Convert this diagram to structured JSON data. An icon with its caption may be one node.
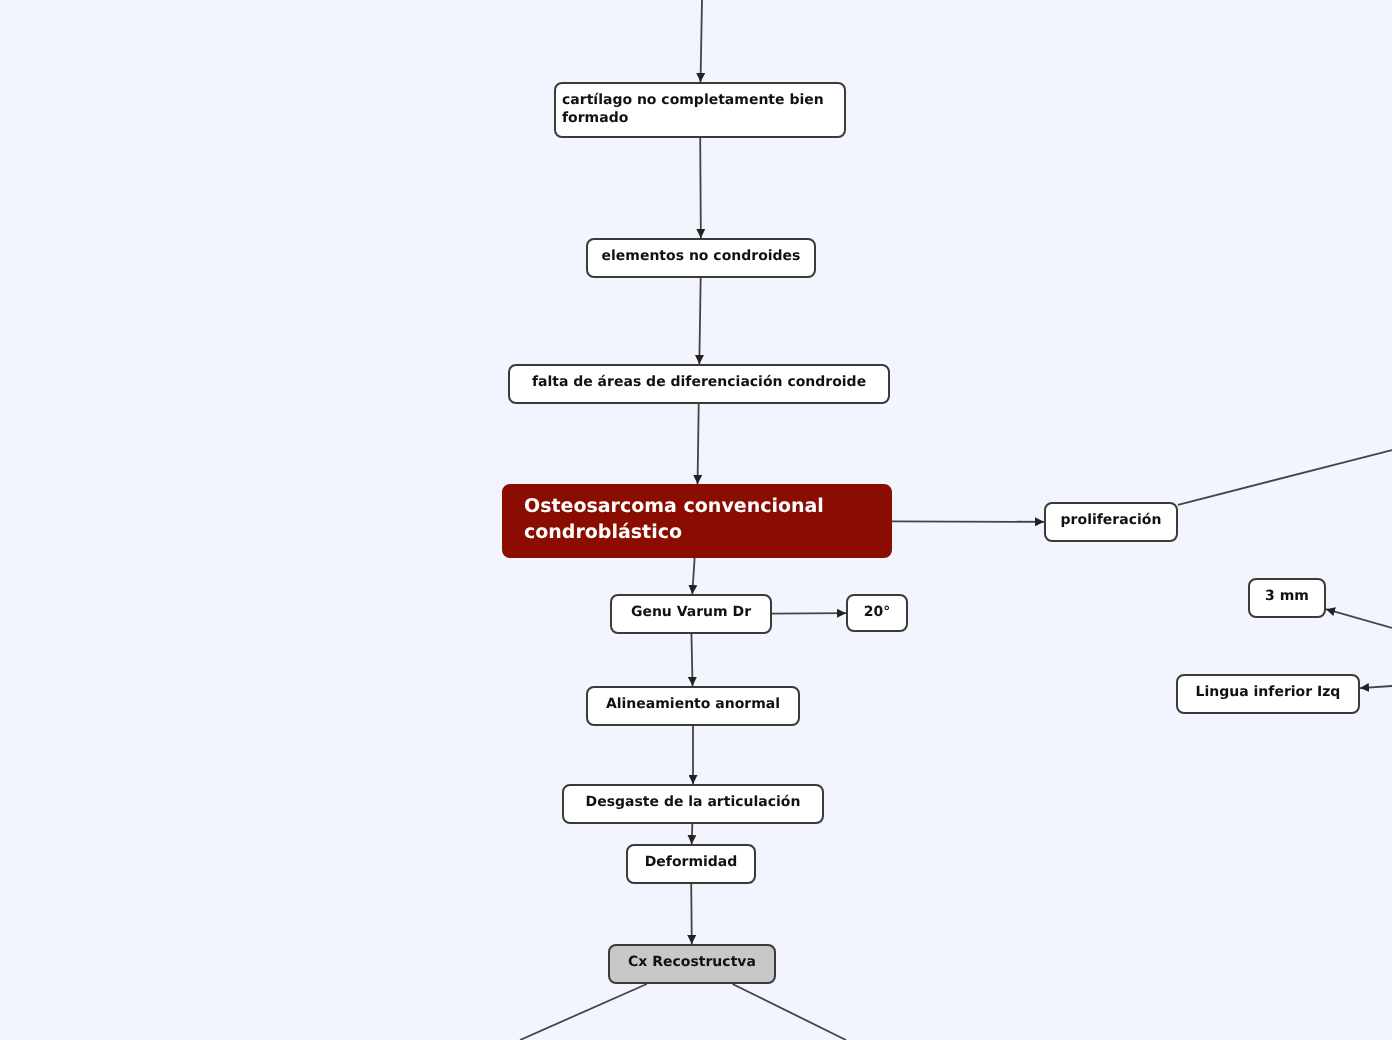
{
  "diagram": {
    "nodes": [
      {
        "text": [
          "cartílago no completamente bien formado"
        ]
      },
      {
        "text": [
          "elementos no condroides"
        ]
      },
      {
        "text": [
          "falta de áreas de diferenciación condroide"
        ]
      },
      {
        "text": [
          "Osteosarcoma convencional condroblástico"
        ]
      },
      {
        "text": [
          "proliferación"
        ]
      },
      {
        "text": [
          "Genu Varum Dr"
        ]
      },
      {
        "text": [
          "20°"
        ]
      },
      {
        "text": [
          "3 mm"
        ]
      },
      {
        "text": [
          "Alineamiento anormal"
        ]
      },
      {
        "text": [
          "Lingua inferior Izq"
        ]
      },
      {
        "text": [
          "Desgaste de la articulación"
        ]
      },
      {
        "text": [
          "Deformidad"
        ]
      },
      {
        "text": [
          "Cx Recostructva"
        ]
      }
    ],
    "edges": [
      {
        "from": null,
        "to": 0,
        "arrow": "to"
      },
      {
        "from": 0,
        "to": 1,
        "arrow": "to"
      },
      {
        "from": 1,
        "to": 2,
        "arrow": "to"
      },
      {
        "from": 2,
        "to": 3,
        "arrow": "to"
      },
      {
        "from": 3,
        "to": 5,
        "arrow": "to"
      },
      {
        "from": 3,
        "to": 4,
        "arrow": "to"
      },
      {
        "from": 5,
        "to": 6,
        "arrow": "to"
      },
      {
        "from": 5,
        "to": 8,
        "arrow": "to"
      },
      {
        "from": 8,
        "to": 10,
        "arrow": "to"
      },
      {
        "from": 10,
        "to": 11,
        "arrow": "to"
      },
      {
        "from": 11,
        "to": 12,
        "arrow": "to"
      },
      {
        "from": null,
        "to": 7,
        "arrow": "to"
      },
      {
        "from": null,
        "to": 9,
        "arrow": "to"
      },
      {
        "from": 4,
        "to": null,
        "arrow": "none"
      },
      {
        "from": 12,
        "to": null,
        "arrow": "none"
      },
      {
        "from": 12,
        "to": null,
        "arrow": "none"
      }
    ]
  }
}
